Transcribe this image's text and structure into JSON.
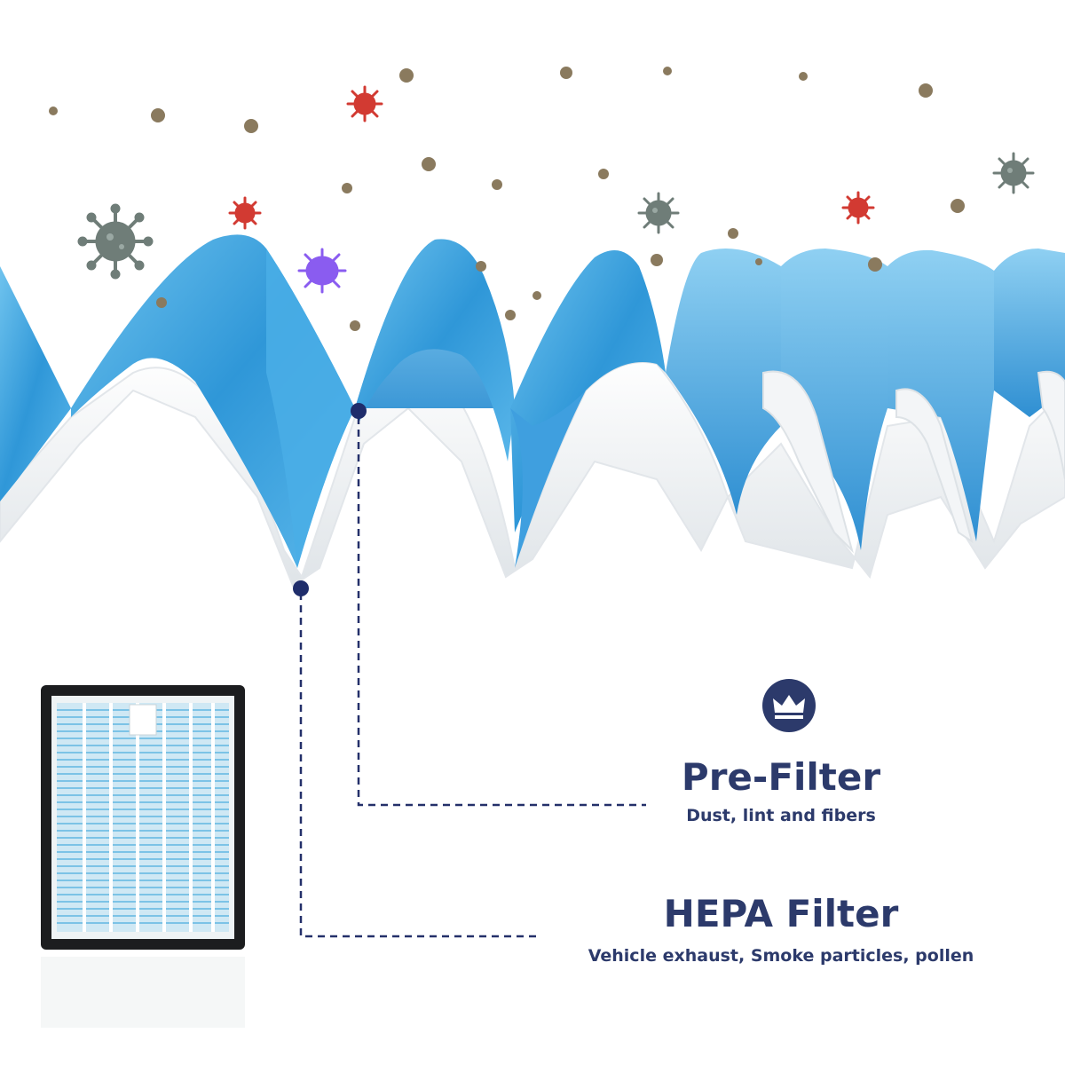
{
  "colors": {
    "accent_navy": "#2c3a6b",
    "filter_blue": "#3aa0dc",
    "filter_white": "#f2f4f6",
    "dust": "#8a7a5e",
    "virus_red": "#d23a32",
    "virus_gray": "#6f7d78",
    "virus_purple": "#8a5cf0"
  },
  "icons": {
    "badge": "crown-icon"
  },
  "filters": {
    "pre_filter": {
      "title": "Pre-Filter",
      "description": "Dust, lint and fibers"
    },
    "hepa_filter": {
      "title": "HEPA Filter",
      "description": "Vehicle exhaust, Smoke particles, pollen"
    }
  }
}
